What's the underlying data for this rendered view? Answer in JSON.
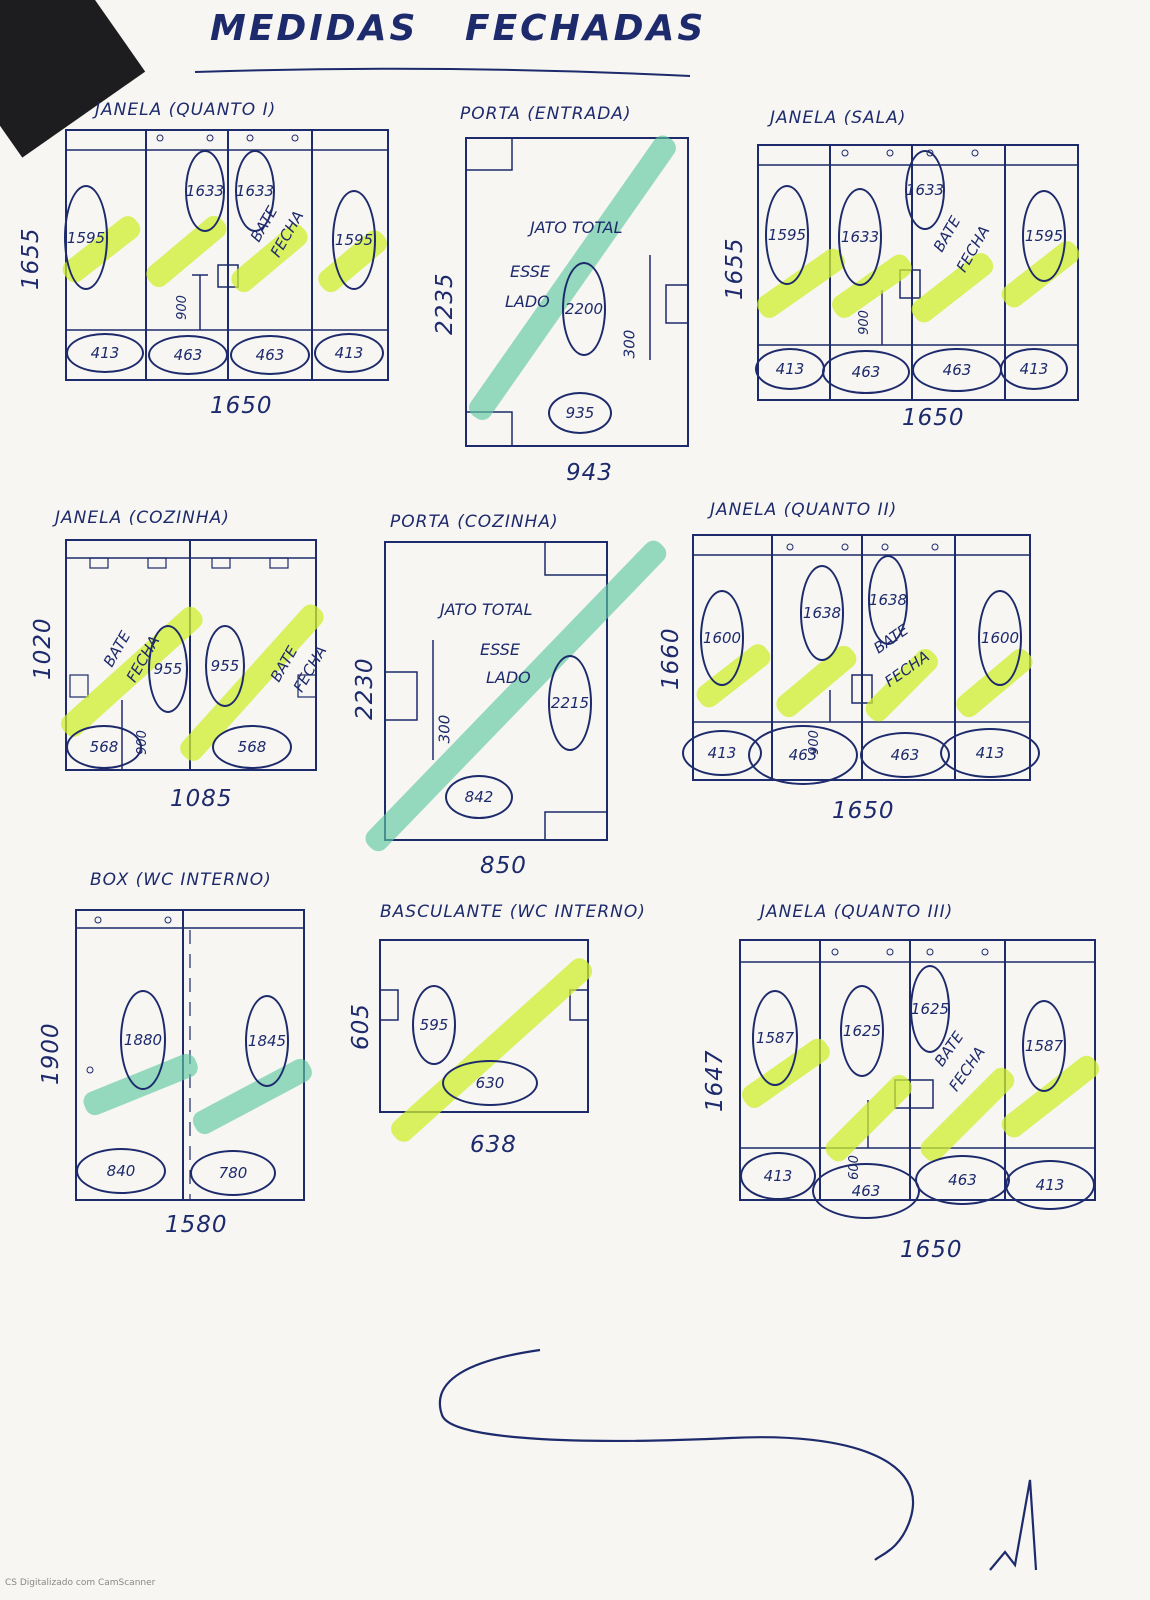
{
  "title": {
    "part1": "MEDIDAS",
    "part2": "FECHADAS"
  },
  "figures": [
    {
      "caption": "JANELA (QUANTO I)",
      "width": "1650",
      "height": "1655",
      "panel_heights": [
        "1595",
        "1633",
        "1633",
        "1595"
      ],
      "panel_widths": [
        "413",
        "463",
        "463",
        "413"
      ],
      "notes": [
        "BATE",
        "FECHA",
        "900"
      ]
    },
    {
      "caption": "PORTA (ENTRADA)",
      "width": "943",
      "height": "2235",
      "inner_height": "2200",
      "inner_width": "935",
      "notes": [
        "JATO TOTAL",
        "ESSE",
        "LADO",
        "300"
      ]
    },
    {
      "caption": "JANELA (SALA)",
      "width": "1650",
      "height": "1655",
      "panel_heights": [
        "1595",
        "1633",
        "1633",
        "1595"
      ],
      "panel_widths": [
        "413",
        "463",
        "463",
        "413"
      ],
      "notes": [
        "BATE",
        "FECHA",
        "900"
      ]
    },
    {
      "caption": "JANELA (COZINHA)",
      "width": "1085",
      "height": "1020",
      "panel_heights": [
        "955",
        "955"
      ],
      "panel_widths": [
        "568",
        "568"
      ],
      "notes": [
        "BATE",
        "FECHA",
        "BATE",
        "FECHA",
        "900"
      ]
    },
    {
      "caption": "PORTA (COZINHA)",
      "width": "850",
      "height": "2230",
      "inner_height": "2215",
      "inner_width": "842",
      "notes": [
        "JATO TOTAL",
        "ESSE",
        "LADO",
        "300"
      ]
    },
    {
      "caption": "JANELA (QUANTO II)",
      "width": "1650",
      "height": "1660",
      "panel_heights": [
        "1600",
        "1638",
        "1638",
        "1600"
      ],
      "panel_widths": [
        "413",
        "463",
        "463",
        "413"
      ],
      "notes": [
        "BATE",
        "FECHA",
        "900"
      ]
    },
    {
      "caption": "BOX (WC INTERNO)",
      "width": "1580",
      "height": "1900",
      "panel_heights": [
        "1880",
        "1845"
      ],
      "panel_widths": [
        "840",
        "780"
      ]
    },
    {
      "caption": "BASCULANTE (WC INTERNO)",
      "width": "638",
      "height": "605",
      "inner_height": "595",
      "inner_width": "630"
    },
    {
      "caption": "JANELA (QUANTO III)",
      "width": "1650",
      "height": "1647",
      "panel_heights": [
        "1587",
        "1625",
        "1625",
        "1587"
      ],
      "panel_widths": [
        "413",
        "463",
        "463",
        "413"
      ],
      "notes": [
        "BATE",
        "FECHA",
        "600"
      ]
    }
  ],
  "footer": "CS Digitalizado com CamScanner"
}
